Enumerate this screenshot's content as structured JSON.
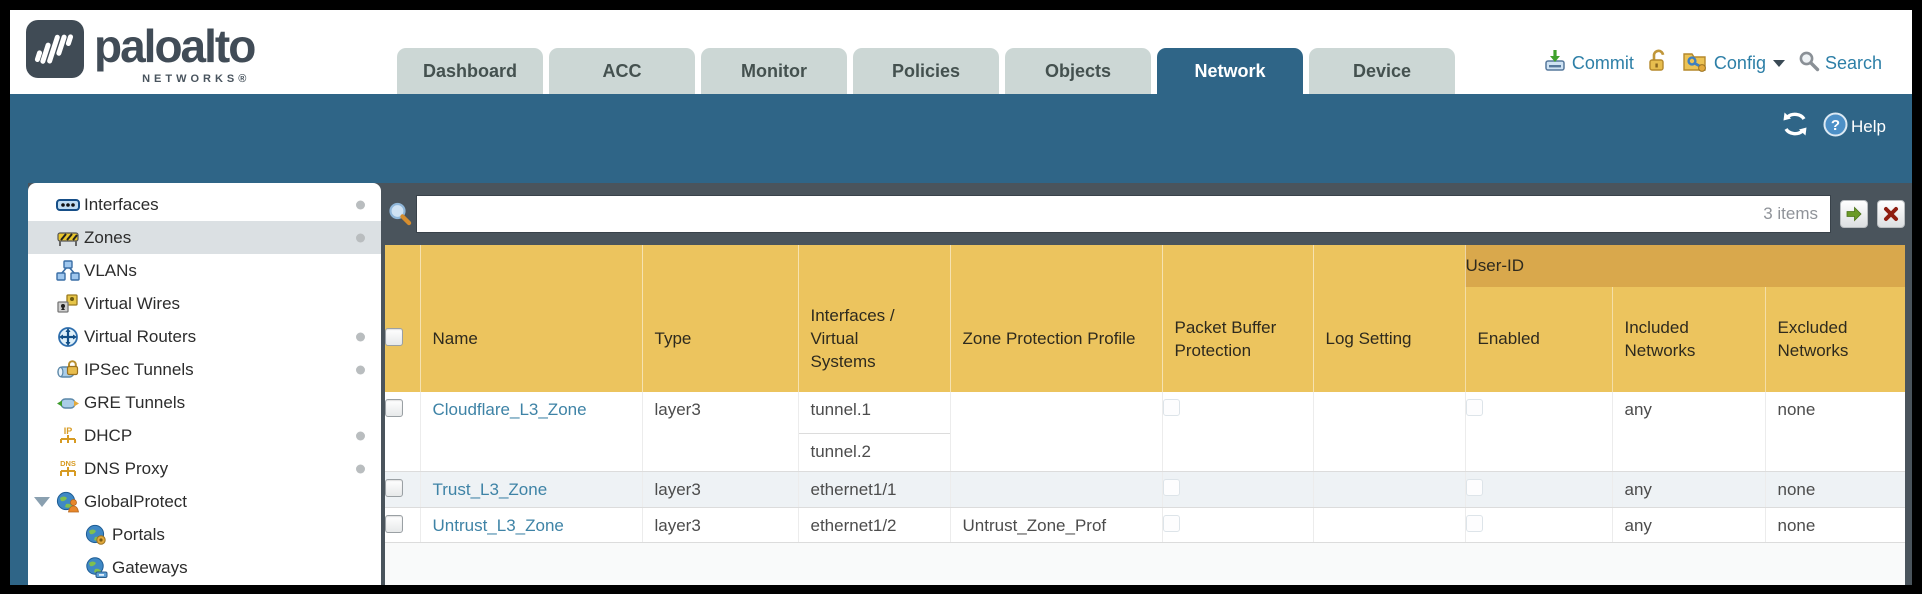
{
  "colors": {
    "teal": "#2f6587",
    "header_gold": "#ecc45e",
    "userid_gold": "#d9a84c",
    "content_slate": "#4a545c",
    "link_blue": "#3e83a6",
    "action_blue": "#2d7fa7"
  },
  "header": {
    "logo": {
      "brand": "paloalto",
      "sub": "NETWORKS®"
    },
    "tabs": [
      {
        "label": "Dashboard",
        "active": false
      },
      {
        "label": "ACC",
        "active": false
      },
      {
        "label": "Monitor",
        "active": false
      },
      {
        "label": "Policies",
        "active": false
      },
      {
        "label": "Objects",
        "active": false
      },
      {
        "label": "Network",
        "active": true
      },
      {
        "label": "Device",
        "active": false
      }
    ],
    "actions": {
      "commit": "Commit",
      "config": "Config",
      "search": "Search"
    }
  },
  "band": {
    "help_label": "Help"
  },
  "sidebar": {
    "items": [
      {
        "label": "Interfaces",
        "dot": true
      },
      {
        "label": "Zones",
        "dot": true,
        "selected": true
      },
      {
        "label": "VLANs"
      },
      {
        "label": "Virtual Wires"
      },
      {
        "label": "Virtual Routers",
        "dot": true
      },
      {
        "label": "IPSec Tunnels",
        "dot": true
      },
      {
        "label": "GRE Tunnels"
      },
      {
        "label": "DHCP",
        "dot": true
      },
      {
        "label": "DNS Proxy",
        "dot": true
      },
      {
        "label": "GlobalProtect",
        "expanded": true
      },
      {
        "label": "Portals",
        "indent": true
      },
      {
        "label": "Gateways",
        "indent": true
      }
    ]
  },
  "toolbar": {
    "count": "3 items"
  },
  "table": {
    "group_header": "User-ID",
    "columns": [
      "Name",
      "Type",
      "Interfaces / Virtual Systems",
      "Zone Protection Profile",
      "Packet Buffer Protection",
      "Log Setting",
      "Enabled",
      "Included Networks",
      "Excluded Networks"
    ],
    "rows": [
      {
        "name": "Cloudflare_L3_Zone",
        "type": "layer3",
        "interfaces": [
          "tunnel.1",
          "tunnel.2"
        ],
        "zone_protection_profile": "",
        "log_setting": "",
        "included_networks": "any",
        "excluded_networks": "none"
      },
      {
        "name": "Trust_L3_Zone",
        "type": "layer3",
        "interfaces": [
          "ethernet1/1"
        ],
        "zone_protection_profile": "",
        "log_setting": "",
        "included_networks": "any",
        "excluded_networks": "none"
      },
      {
        "name": "Untrust_L3_Zone",
        "type": "layer3",
        "interfaces": [
          "ethernet1/2"
        ],
        "zone_protection_profile": "Untrust_Zone_Prof",
        "log_setting": "",
        "included_networks": "any",
        "excluded_networks": "none"
      }
    ]
  }
}
